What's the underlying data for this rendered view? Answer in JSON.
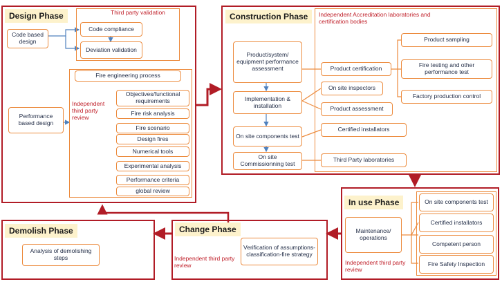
{
  "design_phase": {
    "title": "Design Phase",
    "third_party_validation": "Third party validation",
    "code_based_design": "Code based design",
    "code_compliance": "Code compliance",
    "deviation_validation": "Deviation validation",
    "fire_engineering_process": "Fire engineering process",
    "independent_review": "Independent third party review",
    "performance_based_design": "Performance based design",
    "steps": [
      "Objectives/functional requirements",
      "Fire risk analysis",
      "Fire scenario",
      "Design fires",
      "Numerical tools",
      "Experimental analysis",
      "Performance criteria",
      "global review"
    ]
  },
  "construction_phase": {
    "title": "Construction Phase",
    "accreditation": "Independent Accreditation laboratories and certification bodies",
    "performance_assessment": "Product/system/ equipment performance assessment",
    "implementation": "Implementation & installation",
    "components_test": "On site components test",
    "commissioning_test": "On site Commissionning test",
    "product_certification": "Product certification",
    "on_site_inspectors": "On site inspectors",
    "product_assessment": "Product assessment",
    "certified_installators": "Certified installators",
    "third_party_laboratories": "Third Party laboratories",
    "product_sampling": "Product sampling",
    "fire_testing": "Fire testing and other performance test",
    "factory_production_control": "Factory production control"
  },
  "in_use_phase": {
    "title": "In use Phase",
    "maintenance": "Maintenance/ operations",
    "independent_review": "Independent third party review",
    "items": [
      "On site components test",
      "Certified installators",
      "Competent person",
      "Fire Safety Inspection"
    ]
  },
  "change_phase": {
    "title": "Change Phase",
    "verification": "Verification of assumptions-classification-fire strategy",
    "independent_review": "Independent third party review"
  },
  "demolish_phase": {
    "title": "Demolish Phase",
    "analysis": "Analysis of demolishing steps"
  },
  "colors": {
    "phase_border": "#b11c26",
    "box_border": "#ec8a3c",
    "title_fill": "#fdf2cc",
    "connector": "#4f81bd",
    "review_text": "#c0202a"
  }
}
